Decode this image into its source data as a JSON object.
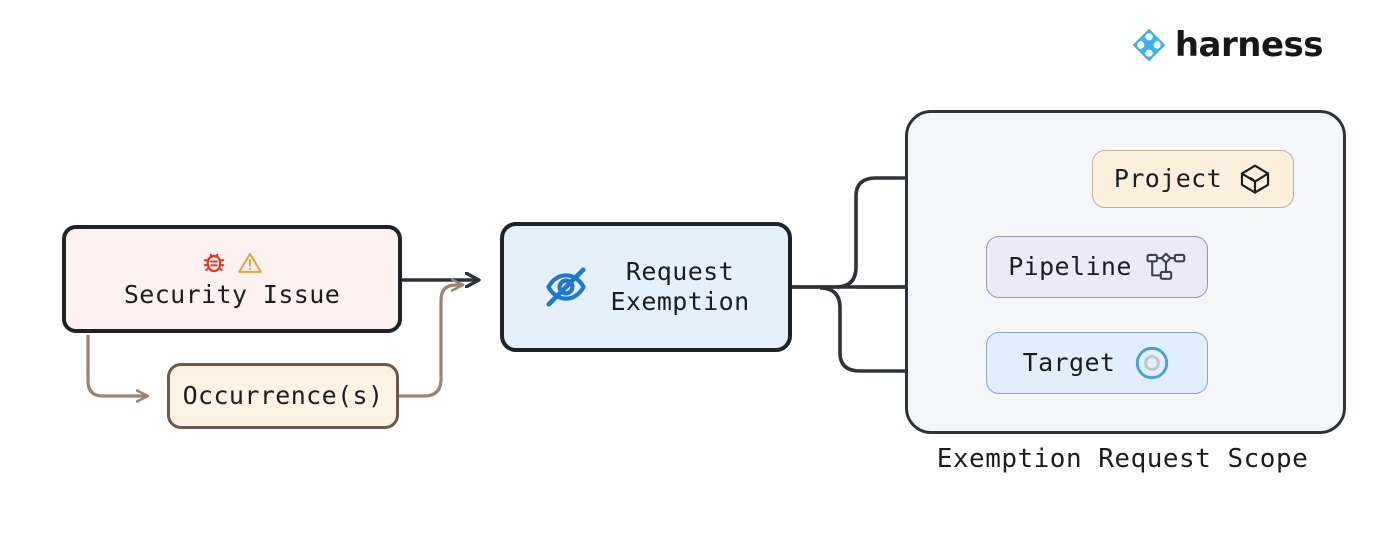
{
  "brand": {
    "name": "harness",
    "logo_icon": "harness-diamond-logo",
    "logo_color": "#3ab3e8",
    "text_color": "#17181a"
  },
  "diagram": {
    "title": "",
    "type": "flowchart",
    "nodes": [
      {
        "id": "security_issue",
        "label": "Security Issue",
        "icons": [
          "bug-icon",
          "warning-triangle-icon"
        ],
        "fill": "#fdf2f1",
        "stroke": "#1f2327"
      },
      {
        "id": "occurrences",
        "label": "Occurrence(s)",
        "icons": [],
        "fill": "#fdf3e3",
        "stroke": "#6f574c"
      },
      {
        "id": "request_exemption",
        "label": "Request\nExemption",
        "icons": [
          "eye-off-icon"
        ],
        "fill": "#e4f1fb",
        "stroke": "#1f2327"
      },
      {
        "id": "project",
        "label": "Project",
        "icons": [
          "cube-icon"
        ],
        "fill": "#fcf0dd",
        "stroke": "#b9b3a7"
      },
      {
        "id": "pipeline",
        "label": "Pipeline",
        "icons": [
          "pipeline-nodes-icon"
        ],
        "fill": "#ece9f8",
        "stroke": "#9b96ad"
      },
      {
        "id": "target",
        "label": "Target",
        "icons": [
          "target-circles-icon"
        ],
        "fill": "#e2eefb",
        "stroke": "#8fa7bd"
      }
    ],
    "subgraph": {
      "id": "exemption_request_scope",
      "label": "Exemption Request Scope",
      "fill": "#f4f6f8",
      "stroke": "#2d3338",
      "members": [
        "project",
        "pipeline",
        "target"
      ]
    },
    "edges": [
      {
        "from": "security_issue",
        "to": "request_exemption",
        "color": "#2d3338"
      },
      {
        "from": "security_issue",
        "to": "occurrences",
        "color": "#9d8176"
      },
      {
        "from": "occurrences",
        "to": "request_exemption",
        "color": "#9d8176"
      },
      {
        "from": "request_exemption",
        "to": "project",
        "color": "#2d3338"
      },
      {
        "from": "request_exemption",
        "to": "pipeline",
        "color": "#2d3338"
      },
      {
        "from": "request_exemption",
        "to": "target",
        "color": "#2d3338"
      },
      {
        "from": "project",
        "to": "pipeline",
        "color": "#2d3338"
      },
      {
        "from": "project",
        "to": "target",
        "color": "#2d3338"
      }
    ],
    "colors": {
      "bug_icon": "#e03a25",
      "warning_icon": "#e8a33d",
      "eye_off_icon": "#1f77d0",
      "target_ring": "#4a9ee0",
      "target_inner": "#bfc6cc",
      "dark_edge": "#2d3338",
      "brown_edge": "#9d8176",
      "text": "#1b1d1f",
      "background": "#ffffff"
    }
  }
}
